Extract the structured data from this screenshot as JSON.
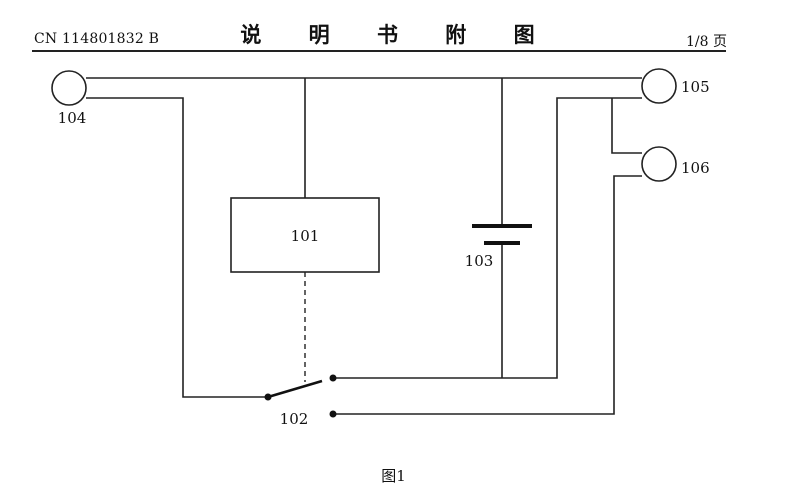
{
  "header": {
    "patent_number": "CN 114801832 B",
    "title": "说 明 书 附 图",
    "page": "1/8 页"
  },
  "diagram": {
    "components": {
      "relay": "101",
      "switch": "102",
      "battery": "103",
      "terminal_left": "104",
      "terminal_right_top": "105",
      "terminal_right_bottom": "106"
    }
  },
  "caption": "图1"
}
